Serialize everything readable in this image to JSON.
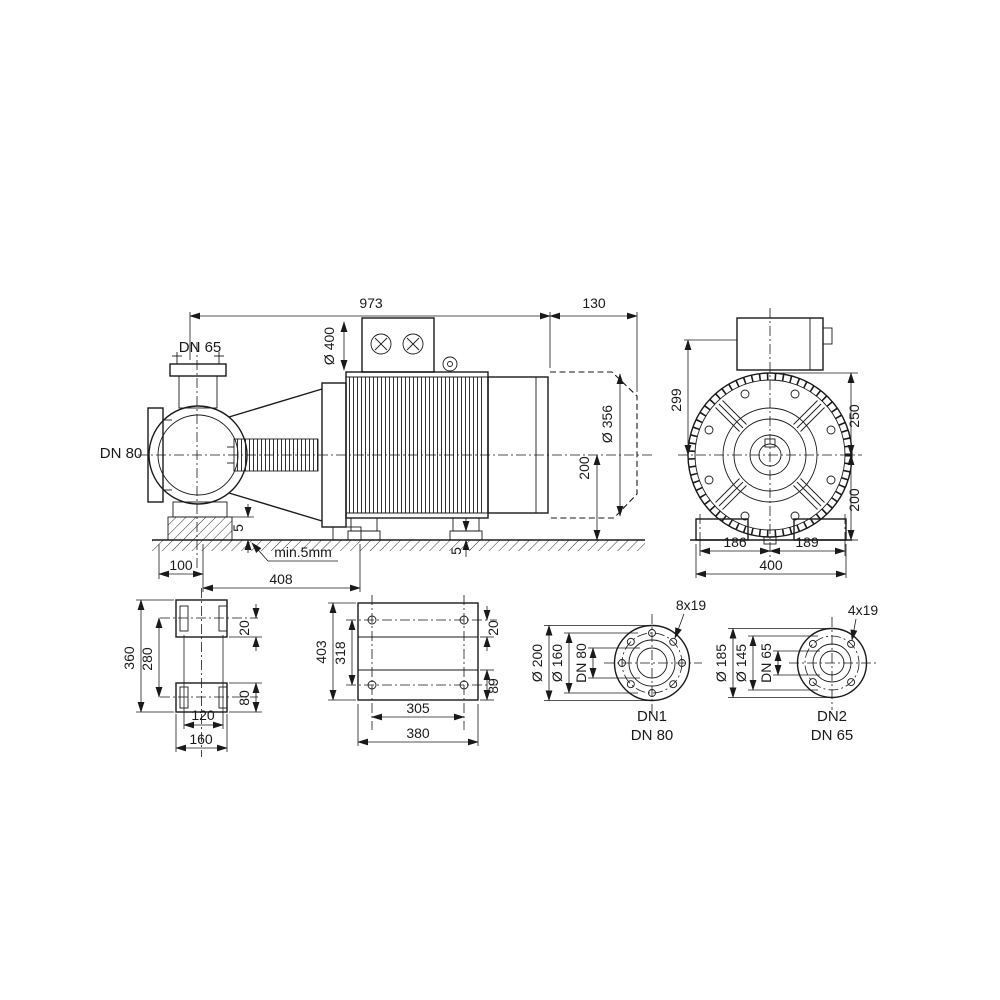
{
  "drawing": {
    "main": {
      "dim_973": "973",
      "dim_130": "130",
      "dn_top": "DN 65",
      "dn_side": "DN 80",
      "dia400": "Ø 400",
      "dia356": "Ø 356",
      "dim_200": "200",
      "dim_5_pad": "5",
      "min_gap": "min.5mm",
      "dim_100": "100",
      "dim_408": "408",
      "dim_5_shim": "5"
    },
    "end": {
      "dim_299": "299",
      "dim_250": "250",
      "dim_200": "200",
      "dim_186": "186",
      "dim_189": "189",
      "dim_400": "400"
    },
    "foot": {
      "dim_360": "360",
      "dim_280": "280",
      "dim_20": "20",
      "dim_80": "80",
      "dim_120": "120",
      "dim_160": "160"
    },
    "plate": {
      "dim_403": "403",
      "dim_318": "318",
      "dim_20": "20",
      "dim_89": "89",
      "dim_305": "305",
      "dim_380": "380"
    },
    "flange1": {
      "bolts": "8x19",
      "d_outer": "Ø 200",
      "d_bolt": "Ø 160",
      "d_bore": "DN 80",
      "name": "DN1",
      "size": "DN 80"
    },
    "flange2": {
      "bolts": "4x19",
      "d_outer": "Ø 185",
      "d_bolt": "Ø 145",
      "d_bore": "DN 65",
      "name": "DN2",
      "size": "DN 65"
    },
    "colors": {
      "line": "#1a1a1a",
      "bg": "#ffffff"
    }
  }
}
